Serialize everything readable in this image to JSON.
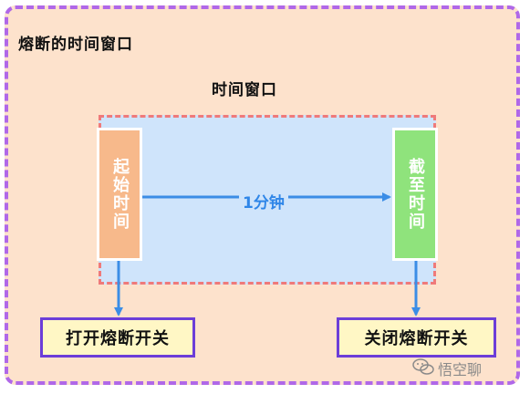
{
  "diagram": {
    "outer_title": "熔断的时间窗口",
    "window_title": "时间窗口",
    "start_box": "起始时间",
    "end_box": "截至时间",
    "duration_label": "1分钟",
    "open_switch": "打开熔断开关",
    "close_switch": "关闭熔断开关",
    "watermark": "悟空聊"
  },
  "colors": {
    "outer_fill": "#fde2cc",
    "outer_border": "#b068e8",
    "window_fill": "#cfe4fb",
    "window_border": "#ef7a7a",
    "start_fill": "#f7b98b",
    "end_fill": "#8fe37c",
    "arrow": "#3b8de6",
    "switch_fill": "#fff7c5",
    "switch_border": "#6c3ed8"
  },
  "icons": {
    "watermark": "wechat-icon"
  }
}
